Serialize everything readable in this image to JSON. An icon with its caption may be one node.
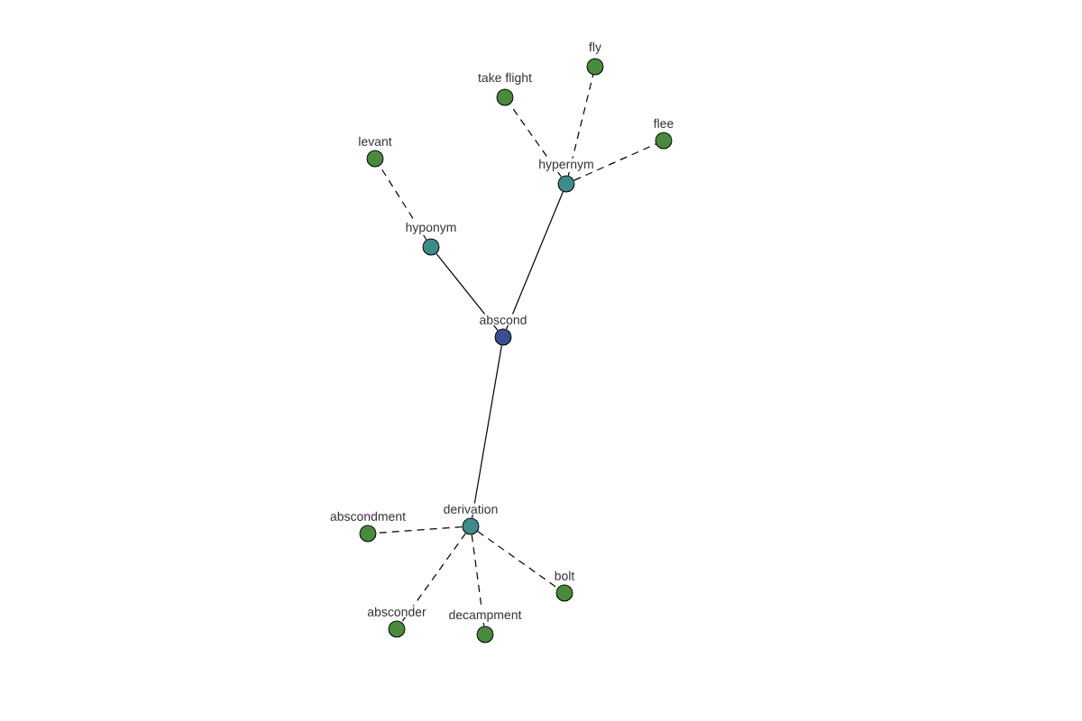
{
  "diagram": {
    "nodes": [
      {
        "text": [
          "abscond"
        ]
      },
      {
        "text": [
          "hyponym"
        ]
      },
      {
        "text": [
          "levant"
        ]
      },
      {
        "text": [
          "hypernym"
        ]
      },
      {
        "text": [
          "take flight"
        ]
      },
      {
        "text": [
          "fly"
        ]
      },
      {
        "text": [
          "flee"
        ]
      },
      {
        "text": [
          "derivation"
        ]
      },
      {
        "text": [
          "abscondment"
        ]
      },
      {
        "text": [
          "absconder"
        ]
      },
      {
        "text": [
          "decampment"
        ]
      },
      {
        "text": [
          "bolt"
        ]
      }
    ],
    "edges": [
      {
        "from": 0,
        "to": 1,
        "arrow": "none"
      },
      {
        "from": 0,
        "to": 3,
        "arrow": "none"
      },
      {
        "from": 0,
        "to": 7,
        "arrow": "none"
      },
      {
        "from": 1,
        "to": 2,
        "arrow": "none",
        "style": "dashed"
      },
      {
        "from": 3,
        "to": 4,
        "arrow": "none",
        "style": "dashed"
      },
      {
        "from": 3,
        "to": 5,
        "arrow": "none",
        "style": "dashed"
      },
      {
        "from": 3,
        "to": 6,
        "arrow": "none",
        "style": "dashed"
      },
      {
        "from": 7,
        "to": 8,
        "arrow": "none",
        "style": "dashed"
      },
      {
        "from": 7,
        "to": 9,
        "arrow": "none",
        "style": "dashed"
      },
      {
        "from": 7,
        "to": 10,
        "arrow": "none",
        "style": "dashed"
      },
      {
        "from": 7,
        "to": 11,
        "arrow": "none",
        "style": "dashed"
      }
    ]
  }
}
